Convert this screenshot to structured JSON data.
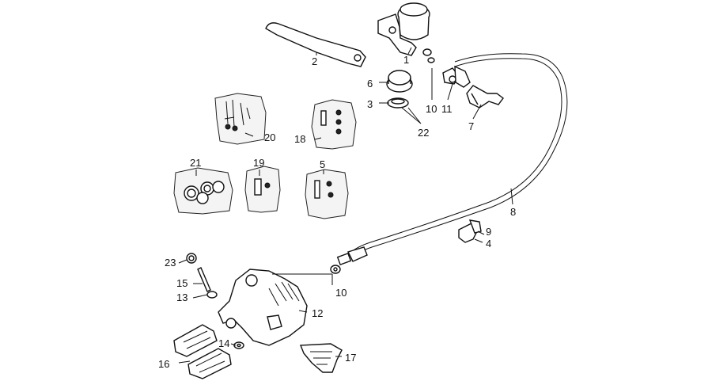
{
  "diagram": {
    "callouts": [
      {
        "id": "c1",
        "text": "1"
      },
      {
        "id": "c2",
        "text": "2"
      },
      {
        "id": "c3",
        "text": "3"
      },
      {
        "id": "c4",
        "text": "4"
      },
      {
        "id": "c5",
        "text": "5"
      },
      {
        "id": "c6",
        "text": "6"
      },
      {
        "id": "c7",
        "text": "7"
      },
      {
        "id": "c8",
        "text": "8"
      },
      {
        "id": "c9",
        "text": "9"
      },
      {
        "id": "c10a",
        "text": "10"
      },
      {
        "id": "c10b",
        "text": "10"
      },
      {
        "id": "c11",
        "text": "11"
      },
      {
        "id": "c12",
        "text": "12"
      },
      {
        "id": "c13",
        "text": "13"
      },
      {
        "id": "c14",
        "text": "14"
      },
      {
        "id": "c15",
        "text": "15"
      },
      {
        "id": "c16",
        "text": "16"
      },
      {
        "id": "c17",
        "text": "17"
      },
      {
        "id": "c18",
        "text": "18"
      },
      {
        "id": "c19",
        "text": "19"
      },
      {
        "id": "c20",
        "text": "20"
      },
      {
        "id": "c21",
        "text": "21"
      },
      {
        "id": "c22",
        "text": "22"
      },
      {
        "id": "c23",
        "text": "23"
      }
    ]
  }
}
